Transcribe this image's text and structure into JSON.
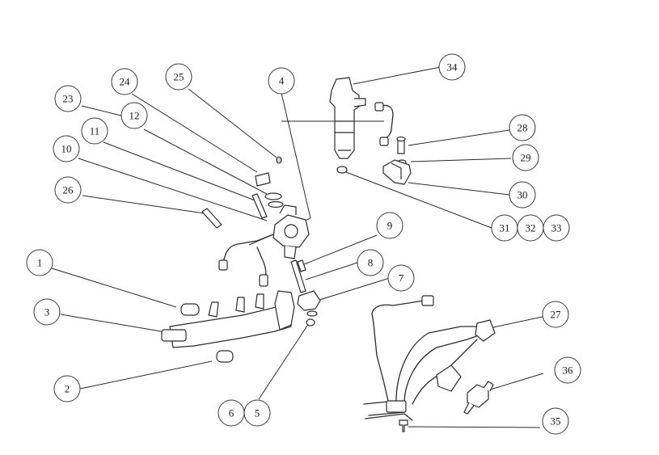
{
  "callouts": [
    {
      "id": "c1",
      "label": "1"
    },
    {
      "id": "c2",
      "label": "2"
    },
    {
      "id": "c3",
      "label": "3"
    },
    {
      "id": "c4",
      "label": "4"
    },
    {
      "id": "c5",
      "label": "5"
    },
    {
      "id": "c6",
      "label": "6"
    },
    {
      "id": "c7",
      "label": "7"
    },
    {
      "id": "c8",
      "label": "8"
    },
    {
      "id": "c9",
      "label": "9"
    },
    {
      "id": "c10",
      "label": "10"
    },
    {
      "id": "c11",
      "label": "11"
    },
    {
      "id": "c12",
      "label": "12"
    },
    {
      "id": "c23",
      "label": "23"
    },
    {
      "id": "c24",
      "label": "24"
    },
    {
      "id": "c25",
      "label": "25"
    },
    {
      "id": "c26",
      "label": "26"
    },
    {
      "id": "c27",
      "label": "27"
    },
    {
      "id": "c28",
      "label": "28"
    },
    {
      "id": "c29",
      "label": "29"
    },
    {
      "id": "c30",
      "label": "30"
    },
    {
      "id": "c31",
      "label": "31"
    },
    {
      "id": "c32",
      "label": "32"
    },
    {
      "id": "c33",
      "label": "33"
    },
    {
      "id": "c34",
      "label": "34"
    },
    {
      "id": "c35",
      "label": "35"
    },
    {
      "id": "c36",
      "label": "36"
    }
  ]
}
